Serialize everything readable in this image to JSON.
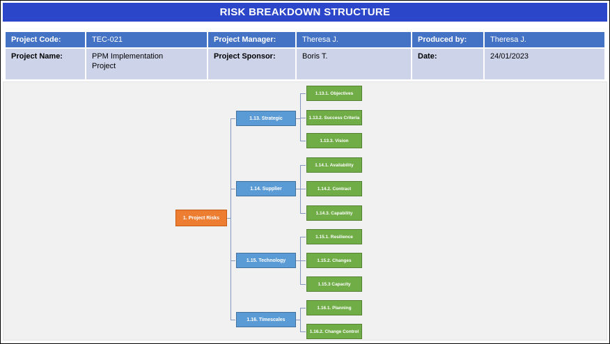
{
  "title": "RISK BREAKDOWN STRUCTURE",
  "colors": {
    "title_bar": "#2B46C9",
    "table_header": "#4472C4",
    "table_subrow": "#CDD4EA",
    "root_node": "#ED7D31",
    "branch_node": "#5B9BD5",
    "leaf_node": "#70AD47",
    "diagram_background": "#F1F1F1"
  },
  "info_table": {
    "row1": {
      "project_code_label": "Project Code:",
      "project_code_value": "TEC-021",
      "project_manager_label": "Project Manager:",
      "project_manager_value": "Theresa J.",
      "produced_by_label": "Produced by:",
      "produced_by_value": "Theresa J."
    },
    "row2": {
      "project_name_label": "Project Name:",
      "project_name_value": "PPM Implementation Project",
      "project_sponsor_label": "Project Sponsor:",
      "project_sponsor_value": "Boris T.",
      "date_label": "Date:",
      "date_value": "24/01/2023"
    }
  },
  "tree": {
    "root": {
      "label": "1. Project Risks"
    },
    "branches": [
      {
        "label": "1.13. Strategic",
        "children": [
          {
            "label": "1.13.1. Objectives"
          },
          {
            "label": "1.13.2. Success Criteria"
          },
          {
            "label": "1.13.3. Vision"
          }
        ]
      },
      {
        "label": "1.14. Supplier",
        "children": [
          {
            "label": "1.14.1. Availability"
          },
          {
            "label": "1.14.2. Contract"
          },
          {
            "label": "1.14.3. Capability"
          }
        ]
      },
      {
        "label": "1.15. Technology",
        "children": [
          {
            "label": "1.15.1. Resilience"
          },
          {
            "label": "1.15.2. Changes"
          },
          {
            "label": "1.15.3 Capacity"
          }
        ]
      },
      {
        "label": "1.16. Timescales",
        "children": [
          {
            "label": "1.16.1. Planning"
          },
          {
            "label": "1.16.2. Change Control"
          }
        ]
      }
    ]
  }
}
